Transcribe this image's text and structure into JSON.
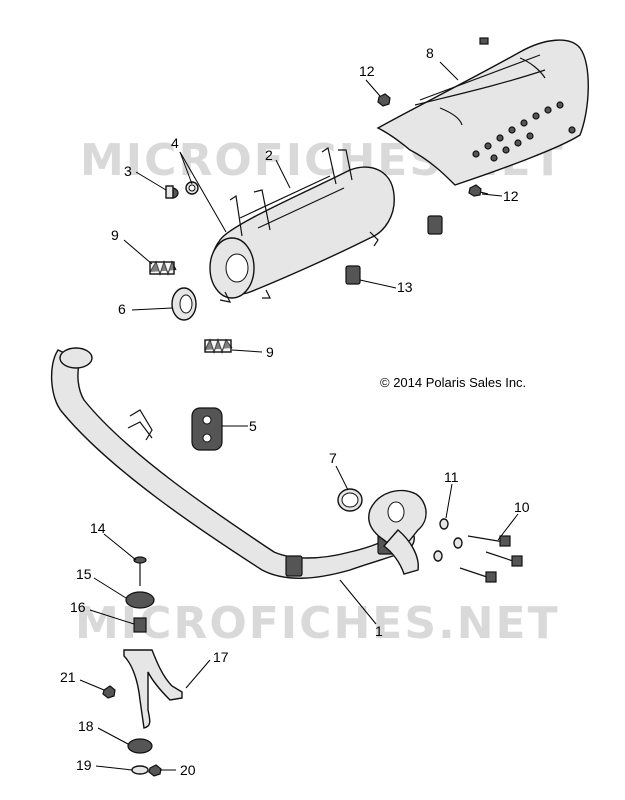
{
  "watermark": "MICROFICHES.NET",
  "copyright": "© 2014 Polaris Sales Inc.",
  "callouts": {
    "c1": "1",
    "c2": "2",
    "c3": "3",
    "c4": "4",
    "c5": "5",
    "c6": "6",
    "c7": "7",
    "c8": "8",
    "c9a": "9",
    "c9b": "9",
    "c10": "10",
    "c11": "11",
    "c12a": "12",
    "c12b": "12",
    "c13": "13",
    "c14": "14",
    "c15": "15",
    "c16": "16",
    "c17": "17",
    "c18": "18",
    "c19": "19",
    "c20": "20",
    "c21": "21"
  }
}
